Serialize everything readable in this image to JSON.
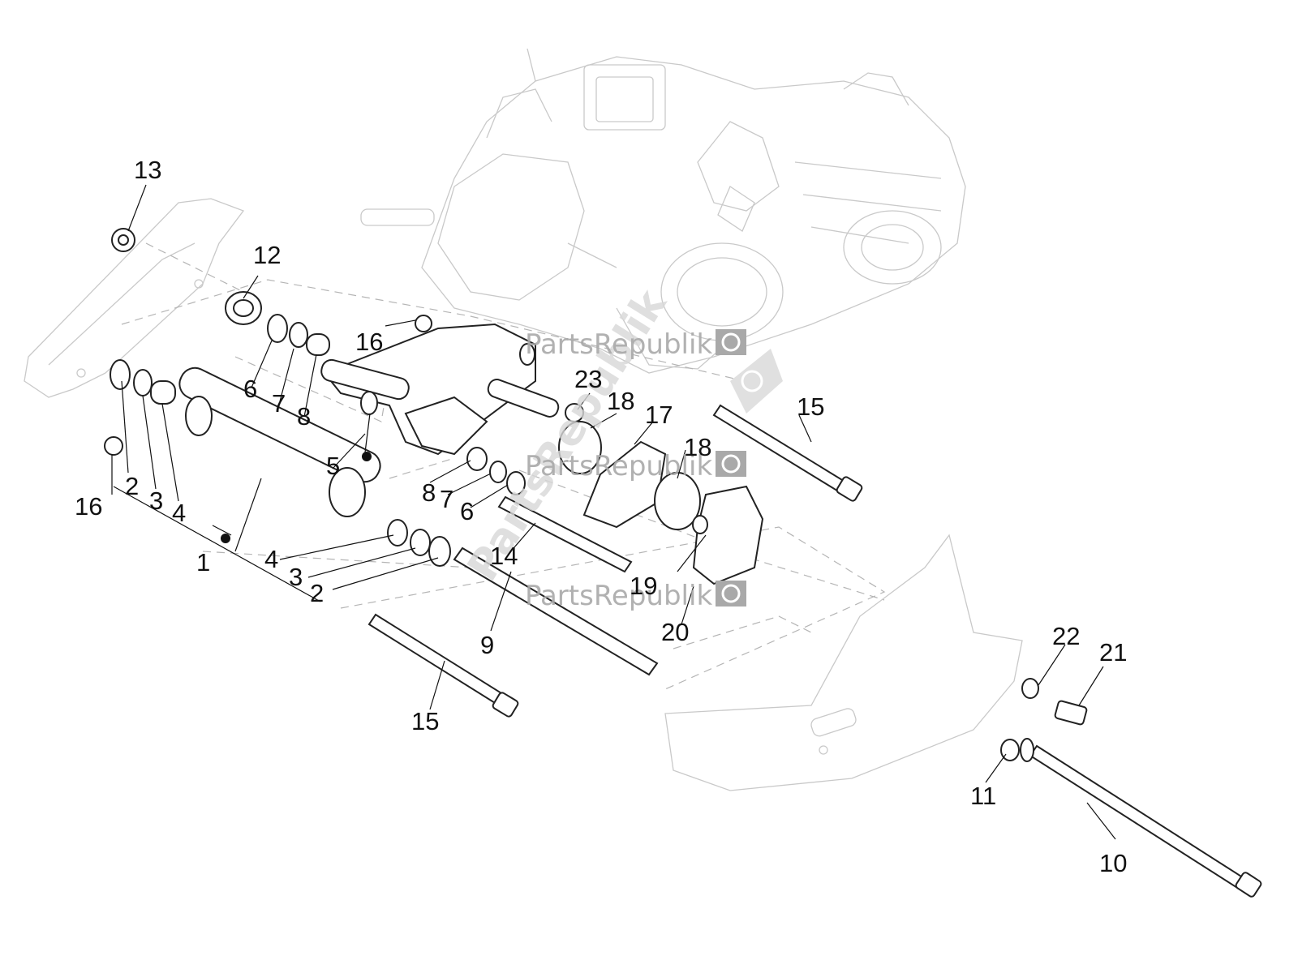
{
  "watermark": {
    "brand": "PartsRepublik",
    "diagonal": "PartsRepublik"
  },
  "callouts": {
    "c1": "1",
    "c2a": "2",
    "c2b": "2",
    "c3a": "3",
    "c3b": "3",
    "c4a": "4",
    "c4b": "4",
    "c5": "5",
    "c6a": "6",
    "c6b": "6",
    "c7a": "7",
    "c7b": "7",
    "c8a": "8",
    "c8b": "8",
    "c9": "9",
    "c10": "10",
    "c11": "11",
    "c12": "12",
    "c13": "13",
    "c14": "14",
    "c15a": "15",
    "c15b": "15",
    "c16a": "16",
    "c16b": "16",
    "c17": "17",
    "c18a": "18",
    "c18b": "18",
    "c19": "19",
    "c20": "20",
    "c21": "21",
    "c22": "22",
    "c23": "23"
  },
  "icons": [
    "gear-icon",
    "bullet-dot-icon"
  ]
}
